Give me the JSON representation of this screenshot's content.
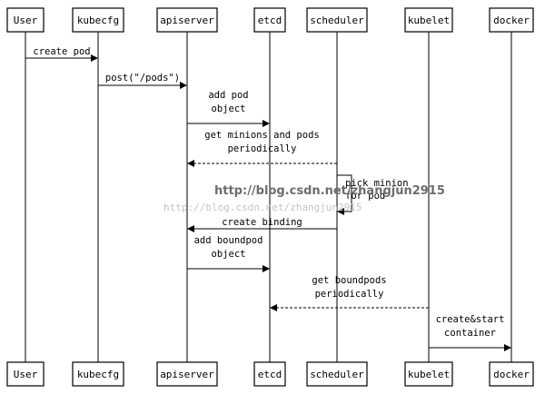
{
  "actors": [
    {
      "id": "user",
      "label": "User"
    },
    {
      "id": "kubecfg",
      "label": "kubecfg"
    },
    {
      "id": "apiserver",
      "label": "apiserver"
    },
    {
      "id": "etcd",
      "label": "etcd"
    },
    {
      "id": "scheduler",
      "label": "scheduler"
    },
    {
      "id": "kubelet",
      "label": "kubelet"
    },
    {
      "id": "docker",
      "label": "docker"
    }
  ],
  "messages": [
    {
      "id": "create-pod",
      "from": "user",
      "to": "kubecfg",
      "style": "solid",
      "lines": [
        "create pod"
      ]
    },
    {
      "id": "post-pods",
      "from": "kubecfg",
      "to": "apiserver",
      "style": "solid",
      "lines": [
        "post(\"/pods\")"
      ]
    },
    {
      "id": "add-pod-object",
      "from": "apiserver",
      "to": "etcd",
      "style": "solid",
      "lines": [
        "add pod",
        "object"
      ]
    },
    {
      "id": "get-minions-and-pods",
      "from": "scheduler",
      "to": "apiserver",
      "style": "dashed",
      "lines": [
        "get minions and pods",
        "periodically"
      ]
    },
    {
      "id": "pick-minion-for-pod",
      "from": "scheduler",
      "to": "scheduler",
      "style": "self",
      "lines": [
        "pick minion",
        "for pod"
      ]
    },
    {
      "id": "create-binding",
      "from": "scheduler",
      "to": "apiserver",
      "style": "solid",
      "lines": [
        "create binding"
      ]
    },
    {
      "id": "add-boundpod-object",
      "from": "apiserver",
      "to": "etcd",
      "style": "solid",
      "lines": [
        "add boundpod",
        "object"
      ]
    },
    {
      "id": "get-boundpods",
      "from": "kubelet",
      "to": "etcd",
      "style": "dashed",
      "lines": [
        "get boundpods",
        "periodically"
      ]
    },
    {
      "id": "create-start-container",
      "from": "kubelet",
      "to": "docker",
      "style": "solid",
      "lines": [
        "create&start",
        "container"
      ]
    }
  ],
  "watermark": {
    "bold_text": "http://blog.csdn.net/zhangjun2915",
    "light_text": "http://blog.csdn.net/zhangjun2915"
  }
}
